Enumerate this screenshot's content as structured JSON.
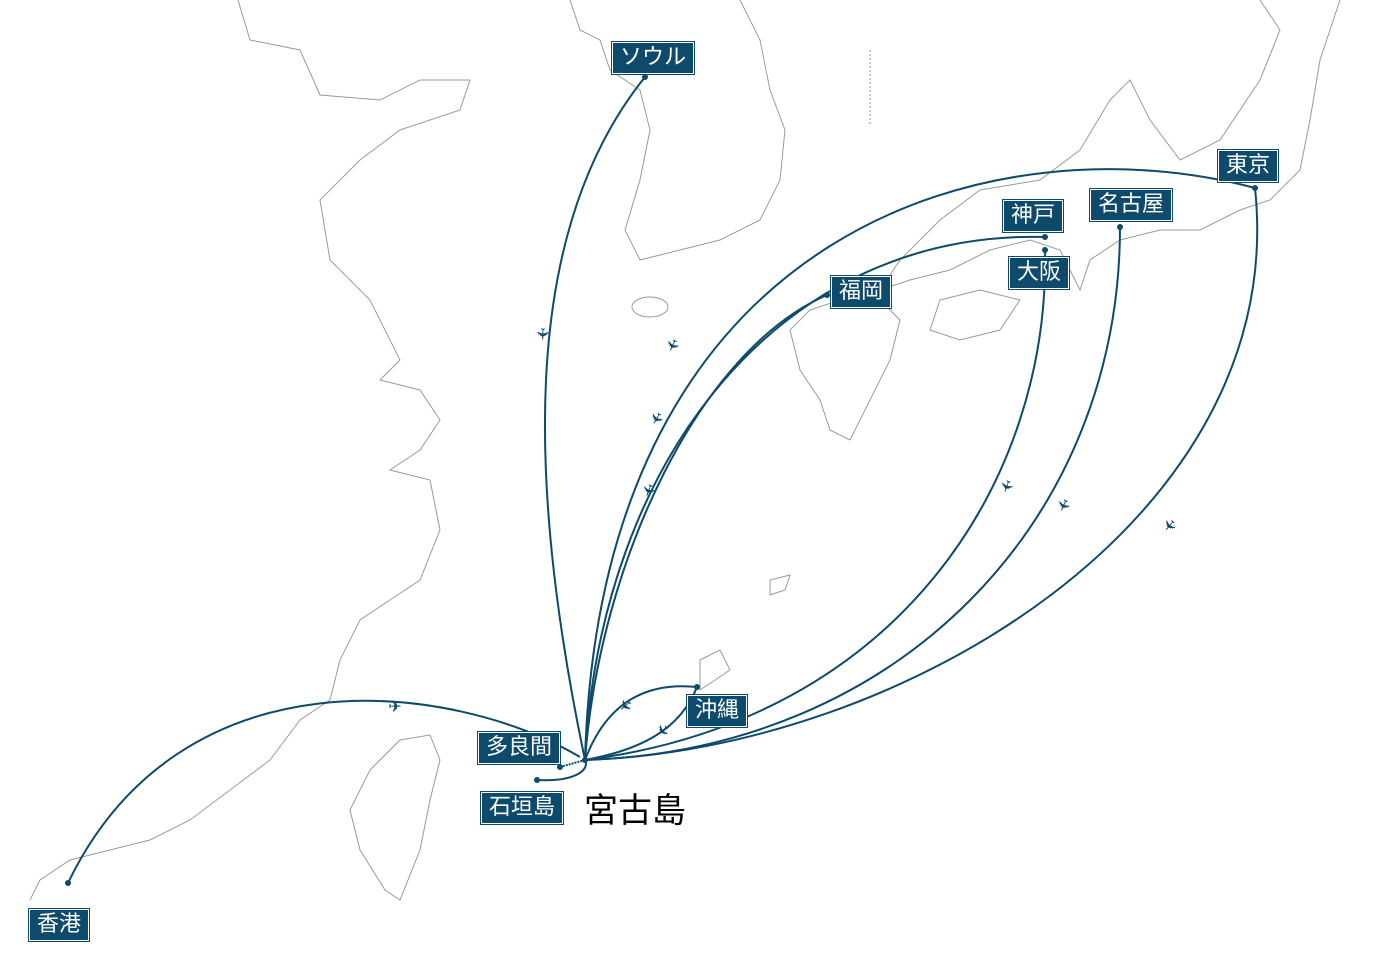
{
  "map": {
    "route_color": "#0d4a6b",
    "hub": "宮古島",
    "destinations": [
      {
        "id": "seoul",
        "label": "ソウル"
      },
      {
        "id": "tokyo",
        "label": "東京"
      },
      {
        "id": "kobe",
        "label": "神戸"
      },
      {
        "id": "nagoya",
        "label": "名古屋"
      },
      {
        "id": "osaka",
        "label": "大阪"
      },
      {
        "id": "fukuoka",
        "label": "福岡"
      },
      {
        "id": "okinawa",
        "label": "沖縄"
      },
      {
        "id": "tarama",
        "label": "多良間"
      },
      {
        "id": "ishigaki",
        "label": "石垣島"
      },
      {
        "id": "hongkong",
        "label": "香港"
      }
    ],
    "plane_icon": "airplane-icon"
  }
}
